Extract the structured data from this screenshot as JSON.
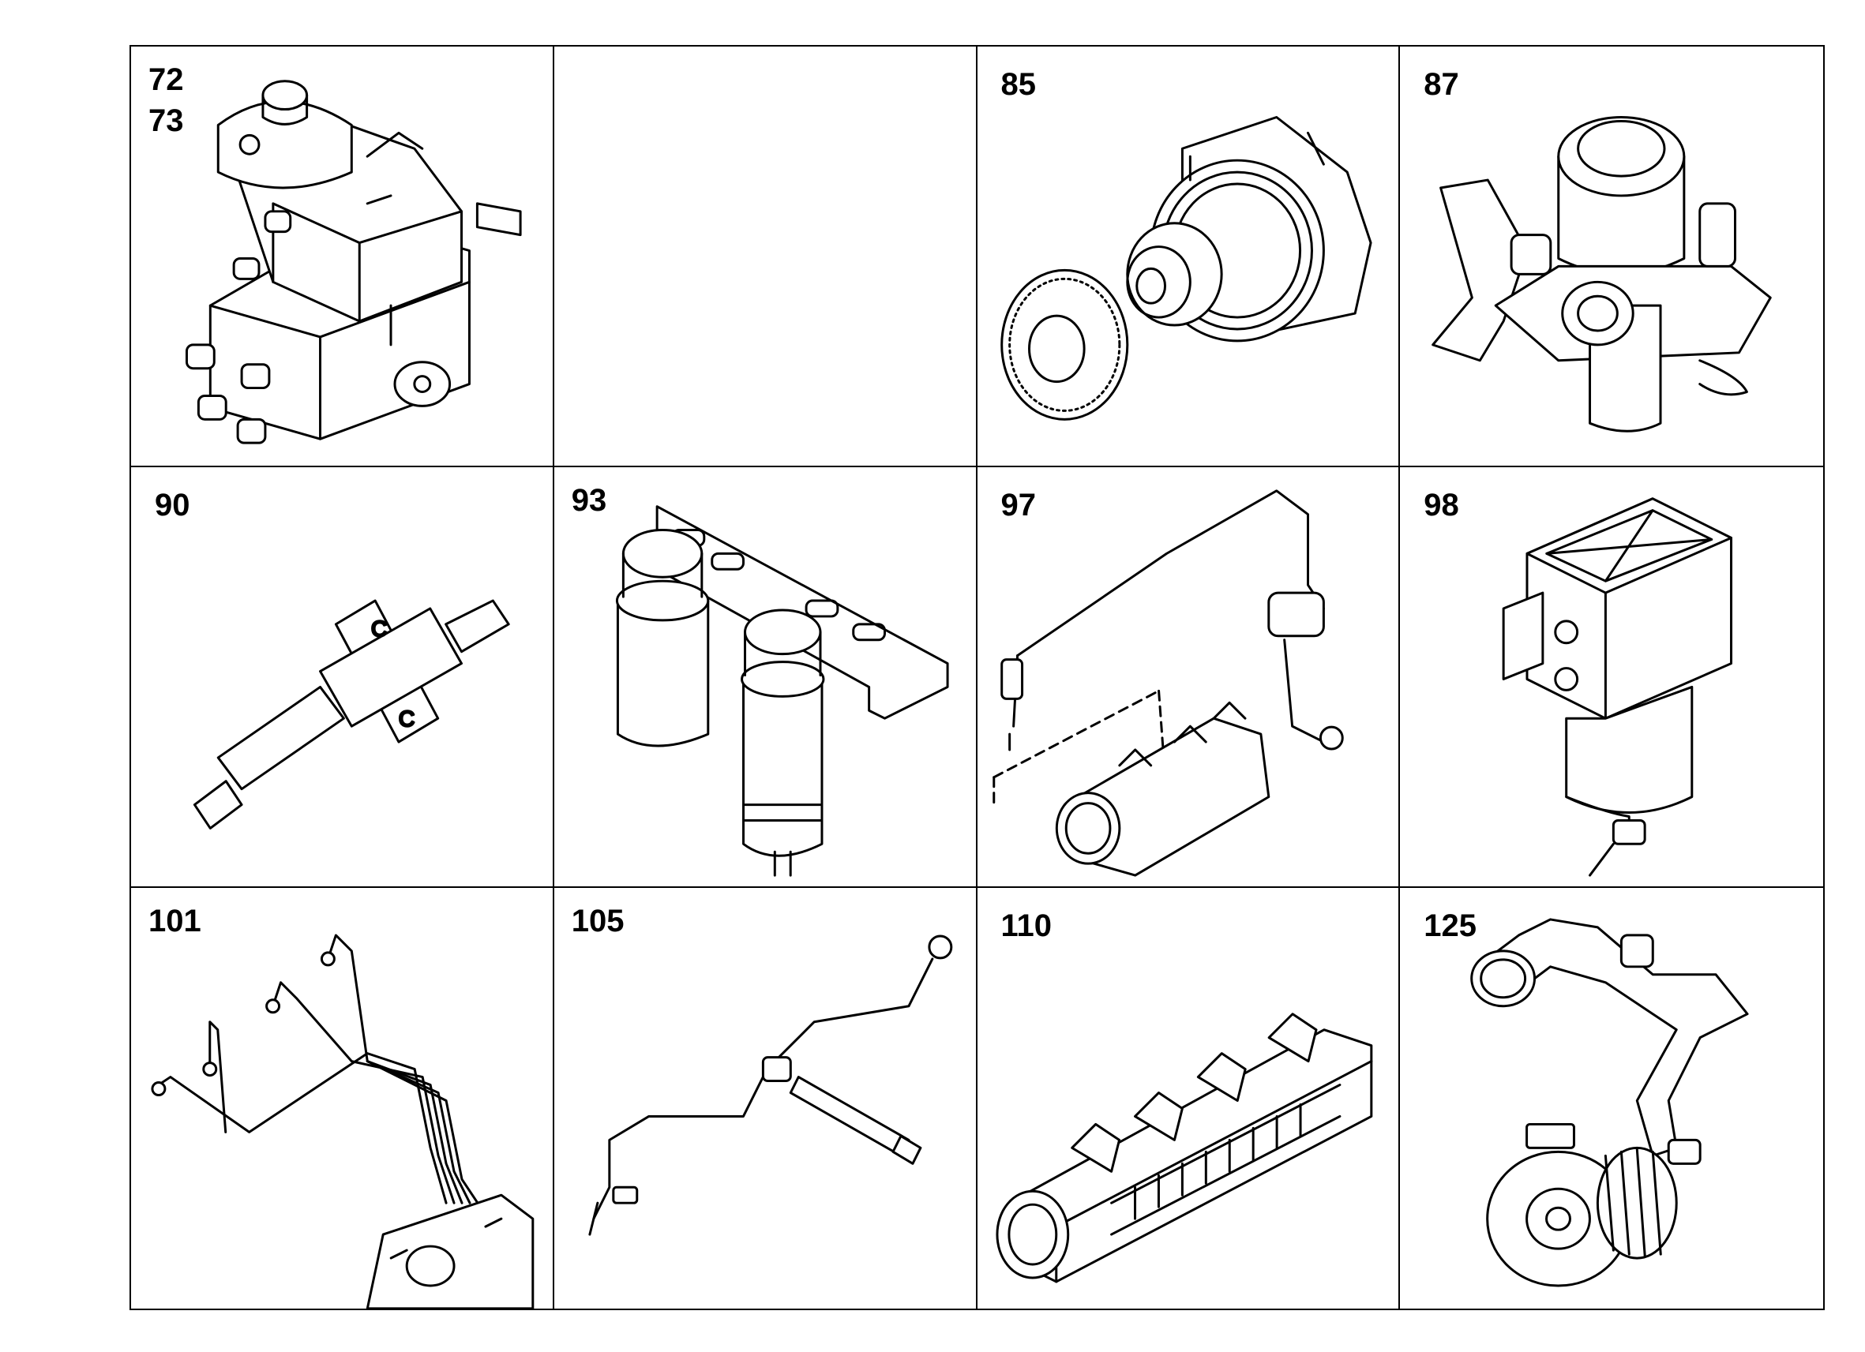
{
  "cells": [
    {
      "label": "72\n73",
      "part": "injection-pump"
    },
    {
      "label": "",
      "part": "empty"
    },
    {
      "label": "85",
      "part": "gear-pump"
    },
    {
      "label": "87",
      "part": "feed-pump"
    },
    {
      "label": "90",
      "part": "injector"
    },
    {
      "label": "93",
      "part": "fuel-filters"
    },
    {
      "label": "97",
      "part": "fuel-line-heater"
    },
    {
      "label": "98",
      "part": "water-separator"
    },
    {
      "label": "101",
      "part": "injection-lines"
    },
    {
      "label": "105",
      "part": "fuel-line-injector"
    },
    {
      "label": "110",
      "part": "intake-manifold"
    },
    {
      "label": "125",
      "part": "turbo-hose"
    }
  ]
}
